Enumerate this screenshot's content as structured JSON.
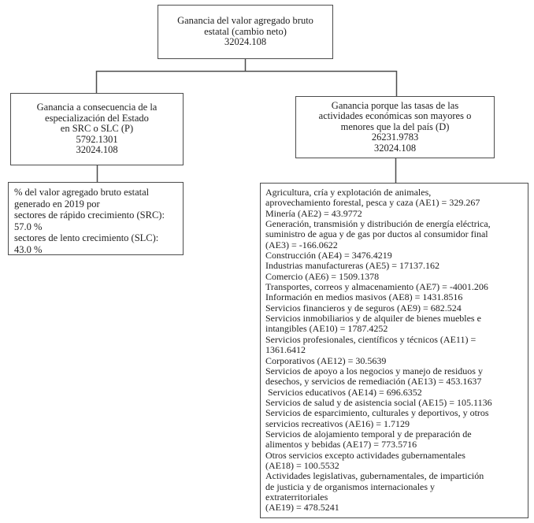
{
  "colors": {
    "border": "#4c4c4c",
    "text": "#212121",
    "background": "#ffffff"
  },
  "diagram": {
    "root": {
      "lines": [
        "Ganancia del valor agregado bruto",
        "estatal (cambio neto)",
        "32024.108"
      ]
    },
    "branch_left": {
      "lines": [
        "Ganancia a consecuencia de la",
        "especialización del Estado",
        "en SRC o SLC (P)",
        "5792.1301",
        "32024.108"
      ]
    },
    "branch_right": {
      "lines": [
        "Ganancia porque las tasas de las",
        "actividades económicas son mayores o",
        "menores que la del país (D)",
        "26231.9783",
        "32024.108"
      ]
    },
    "detail_left": {
      "lines": [
        "% del valor agregado bruto estatal",
        "generado en 2019 por",
        "sectores de rápido crecimiento (SRC):",
        "57.0 %",
        "sectores de lento crecimiento (SLC):",
        "43.0 %"
      ]
    },
    "detail_right": {
      "lines": [
        "Agricultura, cría y explotación de animales,",
        "aprovechamiento forestal, pesca y caza (AE1) = 329.267",
        "Minería (AE2) = 43.9772",
        "Generación, transmisión y distribución de energía eléctrica,",
        "suministro de agua y de gas por ductos al consumidor final",
        "(AE3) = -166.0622",
        "Construcción (AE4) = 3476.4219",
        "Industrias manufactureras (AE5) = 17137.162",
        "Comercio (AE6) = 1509.1378",
        "Transportes, correos y almacenamiento (AE7) = -4001.206",
        "Información en medios masivos (AE8) = 1431.8516",
        "Servicios financieros y de seguros (AE9) = 682.524",
        "Servicios inmobiliarios y de alquiler de bienes muebles e",
        "intangibles (AE10) = 1787.4252",
        "Servicios profesionales, científicos y técnicos (AE11) =",
        "1361.6412",
        "Corporativos (AE12) = 30.5639",
        "Servicios de apoyo a los negocios y manejo de residuos y",
        "desechos, y servicios de remediación (AE13) = 453.1637",
        " Servicios educativos (AE14) = 696.6352",
        "Servicios de salud y de asistencia social (AE15) = 105.1136",
        "Servicios de esparcimiento, culturales y deportivos, y otros",
        "servicios recreativos (AE16) = 1.7129",
        "Servicios de alojamiento temporal y de preparación de",
        "alimentos y bebidas (AE17) = 773.5716",
        "Otros servicios excepto actividades gubernamentales",
        "(AE18) = 100.5532",
        "Actividades legislativas, gubernamentales, de impartición",
        "de justicia y de organismos internacionales y",
        "extraterritoriales",
        "(AE19) = 478.5241"
      ]
    }
  }
}
